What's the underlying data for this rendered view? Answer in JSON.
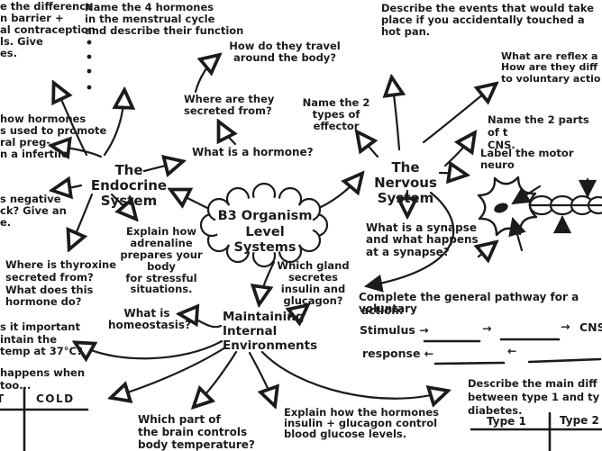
{
  "title": "B3 Organism Level Systems",
  "colors": {
    "ink": "#1b1b1b",
    "background": "#ffffff"
  },
  "texts": {
    "contraception": "e the difference\nn barrier +\nal contraception\nls. Give\nes.",
    "menstrual": "Name the 4 hormones\nin the menstrual cycle\nand describe their function",
    "infertile": "how hormones\ns used to promote\nral preg-\nn a infertile",
    "endocrine": "The Endocrine\nSystem",
    "negative_feedback": "s negative\nck? Give an\ne.",
    "thyroxine": "Where is thyroxine\nsecreted from?\nWhat does this\nhormone do?",
    "hormone": "What is a hormone?",
    "secreted": "Where are they\nsecreted from?",
    "travel": "How do they travel\naround the body?",
    "adrenaline": "Explain how\nadrenaline\nprepares your body\nfor stressful\nsituations.",
    "center": "B3 Organism\nLevel Systems",
    "hot_pan": "Describe the events that would take\nplace if you accidentally touched a hot pan.",
    "nervous": "The Nervous\nSystem",
    "effectors": "Name the 2\ntypes of effector",
    "reflex": "What are reflex a\nHow are they diff\nto voluntary actio",
    "cns_parts": "Name the 2 parts of t\nCNS.",
    "motor_neuron": "Label the motor neuro",
    "synapse": "What is a synapse\nand what happens\nat a synapse?",
    "homeostasis": "What is\nhomeostasis?",
    "gland": "Which gland\nsecretes\ninsulin and\nglucagon?",
    "maintaining": "Maintaining\nInternal\nEnvironments",
    "temp37": "s it important\nintain the\ntemp at 37°C?",
    "too": "happens when\ntoo...",
    "pathway_line1": "Complete the general pathway for a voluntary",
    "pathway_line2": "action:",
    "stimulus": "Stimulus →",
    "arrow_right": "→",
    "cns": "CNS",
    "response": "response ←",
    "arrow_left": "←",
    "brain_temp": "Which part of\nthe brain controls\nbody temperature?",
    "glucose": "Explain how the hormones\ninsulin + glucagon control\nblood glucose levels.",
    "diabetes": "Describe the main diff\nbetween type 1 and ty\ndiabetes.",
    "table_temp_col1": "T",
    "table_temp_col2": "COLD",
    "table_diab_col1": "Type 1",
    "table_diab_col2": "Type 2"
  }
}
